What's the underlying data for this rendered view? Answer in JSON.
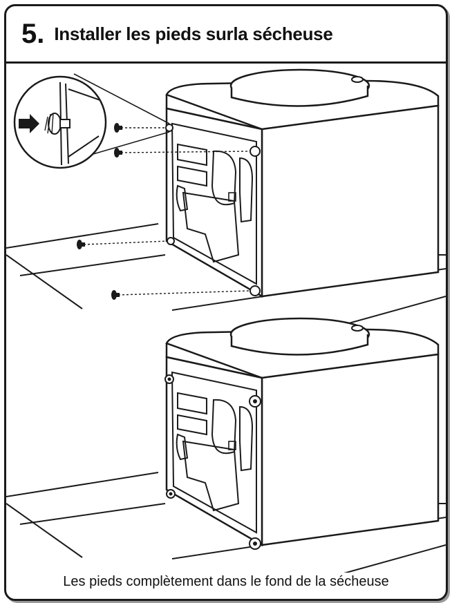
{
  "step": {
    "number": "5.",
    "title": "Installer les pieds surla sécheuse"
  },
  "illustrations": {
    "top": {
      "name": "feet-insertion-diagram",
      "icons": [
        "arrow-right-icon",
        "screw-icon",
        "leveling-foot-icon"
      ]
    },
    "bottom": {
      "name": "feet-installed-diagram"
    }
  },
  "caption": "Les pieds complètement dans le fond de la sécheuse",
  "colors": {
    "ink": "#1a1a1a",
    "background": "#ffffff",
    "shadow": "#9a9a9a"
  }
}
